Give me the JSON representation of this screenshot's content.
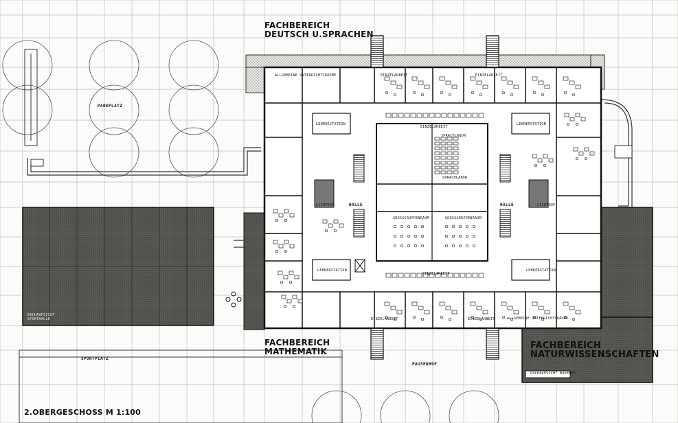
{
  "plan": {
    "dept_language": "FACHBEREICH\nDEUTSCH U.SPRACHEN",
    "dept_math": "FACHBEREICH\nMATHEMATIK",
    "dept_science": "FACHBEREICH\nNATURWISSENSCHAFTEN",
    "title": "2.OBERGESCHOSS   M 1:100"
  },
  "labels": {
    "parkplatz": "PARKPLATZ",
    "sportplatz": "SPORTPLATZ",
    "pausenhof": "PAUSENHOF",
    "halle_left": "HALLE",
    "halle_right": "HALLE",
    "lichthof_left": "LICHTHOF",
    "lichthof_right": "LICHTHOF",
    "dachaufsicht_sporthalle": "DACHAUFSICHT\nSPORTHALLE",
    "dachaufsicht_bodenet": "DACHAUFSICHT BODENET",
    "allgemeine_top": "ALLGEMEINE UNTERRICHTSRÄUME",
    "allgemeine_bottom": "ALLGEMEINE UNTERRICHTSRÄUME",
    "sprachlabor_top": "SPRACHLABOR",
    "sprachlabor_bottom": "SPRACHLABOR",
    "grossgruppenraum_left": "GROSSGRUPPENRAUM",
    "grossgruppenraum_right": "GROSSGRUPPENRAUM",
    "einzelarbeit_a": "EINZELARBEIT",
    "einzelarbeit_b": "EINZELARBEIT",
    "einzelarbeit_c": "EINZELARBEIT",
    "einzelarbeit_d": "EINZELARBEIT",
    "einzelarbeit_e": "EINZELARBEIT",
    "einzelarbeit_f": "EINZELARBEIT",
    "lehrerstation_a": "LEHRERSTATION",
    "lehrerstation_b": "LEHRERSTATION",
    "lehrerstation_c": "LEHRERSTATION",
    "lehrerstation_d": "LEHRERSTATION"
  }
}
